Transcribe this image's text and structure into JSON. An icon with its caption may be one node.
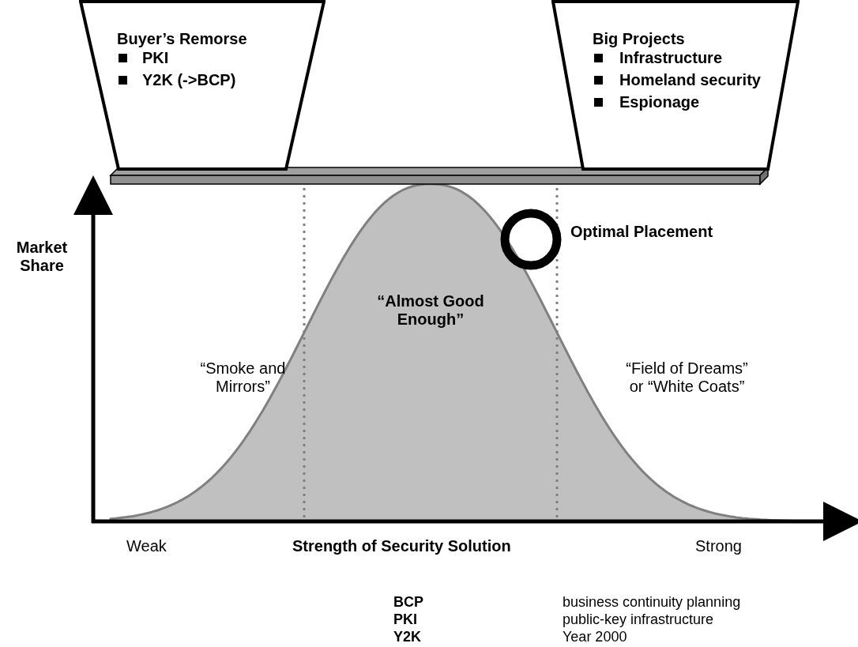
{
  "diagram": {
    "nodes": [
      {
        "text": [
          "Buyer’s Remorse",
          "PKI",
          "Y2K (->BCP)"
        ]
      },
      {
        "text": [
          "Big Projects",
          "Infrastructure",
          "Homeland security",
          "Espionage"
        ]
      },
      {
        "text": [],
        "shape": "circle"
      }
    ],
    "edges": [],
    "labels": [
      "Market Share",
      "“Almost Good Enough”",
      "“Smoke and Mirrors”",
      "“Field of Dreams” or “White Coats”",
      "Optimal Placement",
      "Weak",
      "Strength of Security Solution",
      "Strong",
      "BCP",
      "business continuity planning",
      "PKI",
      "public-key infrastructure",
      "Y2K",
      "Year 2000"
    ]
  }
}
